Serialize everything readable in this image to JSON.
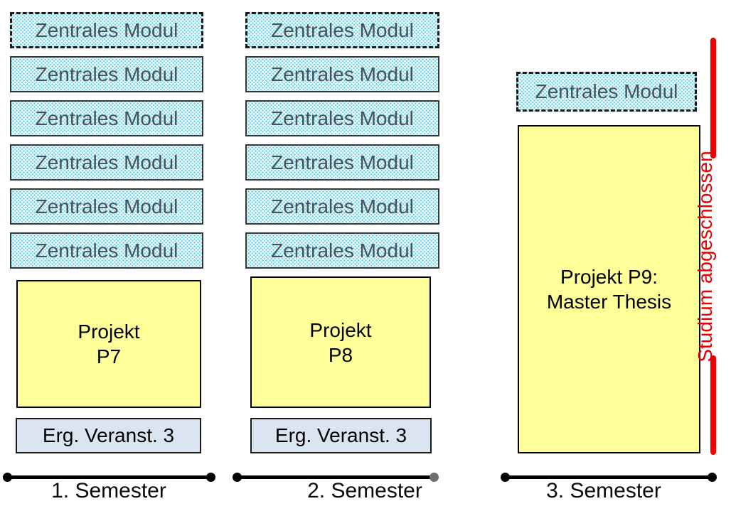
{
  "diagram": {
    "kind": "study-program-structure",
    "module_label": "Zentrales Modul",
    "colors": {
      "module_fill": "#7bd6e7",
      "project_fill": "#ffff99",
      "extra_fill": "#dbe5f1",
      "milestone_red": "#ee0000",
      "module_text": "#44525c"
    }
  },
  "columns": [
    {
      "modules": [
        "Zentrales Modul",
        "Zentrales Modul",
        "Zentrales Modul",
        "Zentrales Modul",
        "Zentrales Modul",
        "Zentrales Modul"
      ],
      "project_line1": "Projekt",
      "project_line2": "P7",
      "extra_course": "Erg. Veranst. 3",
      "axis_label": "1. Semester"
    },
    {
      "modules": [
        "Zentrales Modul",
        "Zentrales Modul",
        "Zentrales Modul",
        "Zentrales Modul",
        "Zentrales Modul",
        "Zentrales Modul"
      ],
      "project_line1": "Projekt",
      "project_line2": "P8",
      "extra_course": "Erg. Veranst. 3",
      "axis_label": "2. Semester"
    },
    {
      "modules": [
        "Zentrales Modul"
      ],
      "project_line1": "Projekt P9:",
      "project_line2": "Master Thesis",
      "axis_label": "3. Semester"
    }
  ],
  "milestone": {
    "label": "Studium abgeschlossen"
  }
}
